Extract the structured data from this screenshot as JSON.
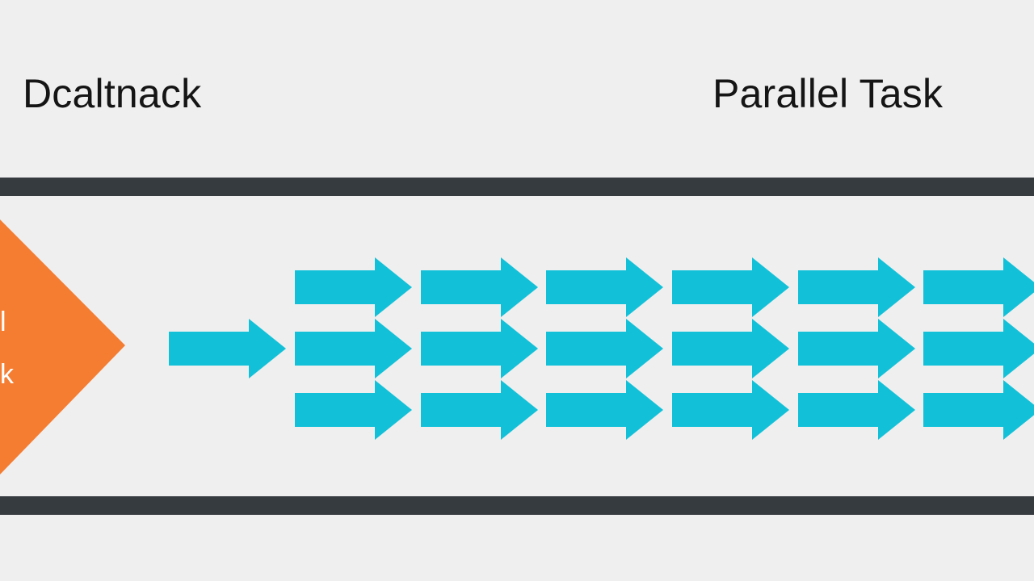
{
  "header": {
    "left_title": "Dcaltnack",
    "right_title": "Parallel Task"
  },
  "diamond": {
    "label_line_1": "l",
    "label_line_2": "k",
    "color": "#f47d32"
  },
  "arrows": {
    "color": "#12c1d8",
    "single_arrow_count": 1,
    "grid_rows": 3,
    "grid_columns": 6
  },
  "colors": {
    "background": "#efefef",
    "rail": "#363b40",
    "title_text": "#151515"
  }
}
